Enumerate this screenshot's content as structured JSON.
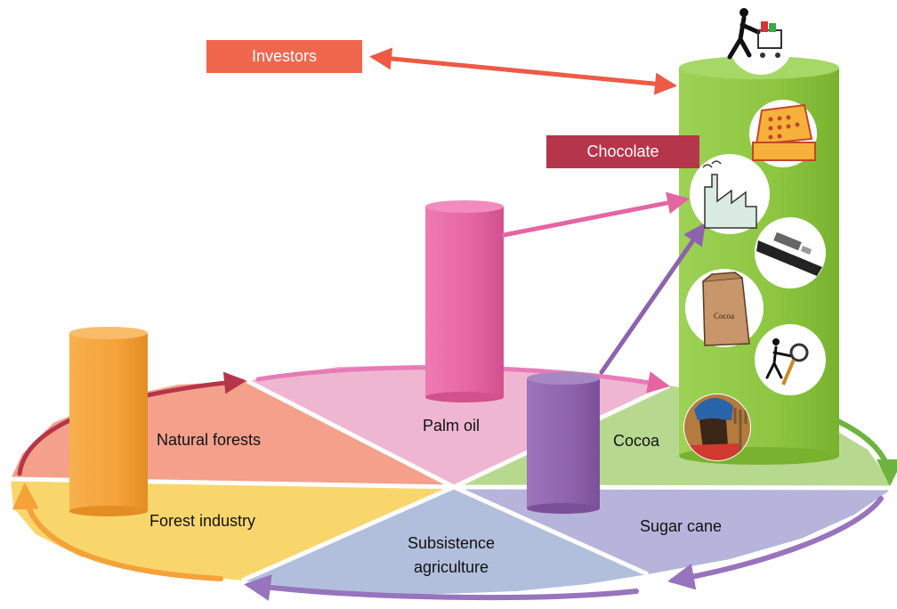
{
  "labels": {
    "investors": "Investors",
    "chocolate": "Chocolate"
  },
  "segments": {
    "natural_forests": "Natural forests",
    "palm_oil": "Palm oil",
    "cocoa": "Cocoa",
    "forest_industry": "Forest industry",
    "subsistence_line1": "Subsistence",
    "subsistence_line2": "agriculture",
    "sugar_cane": "Sugar cane"
  },
  "icons": [
    "shopper-cart-icon",
    "cash-register-icon",
    "factory-icon",
    "cargo-ship-icon",
    "cocoa-sack-icon",
    "inspector-magnifier-icon",
    "farmer-icon"
  ],
  "cocoa_sack_text": "Cocoa",
  "colors": {
    "investors": "#f0674e",
    "chocolate": "#b5354a",
    "natural_forests": "#f4a08b",
    "palm_oil": "#efb6d1",
    "cocoa": "#b7d98f",
    "forest_industry": "#f9d66b",
    "subsistence": "#b1bfdc",
    "sugar_cane": "#b6b4da",
    "orange_cylinder": "#f5a23a",
    "pink_cylinder": "#e565a3",
    "purple_cylinder": "#8e63ad",
    "green_cylinder": "#8dc641"
  }
}
